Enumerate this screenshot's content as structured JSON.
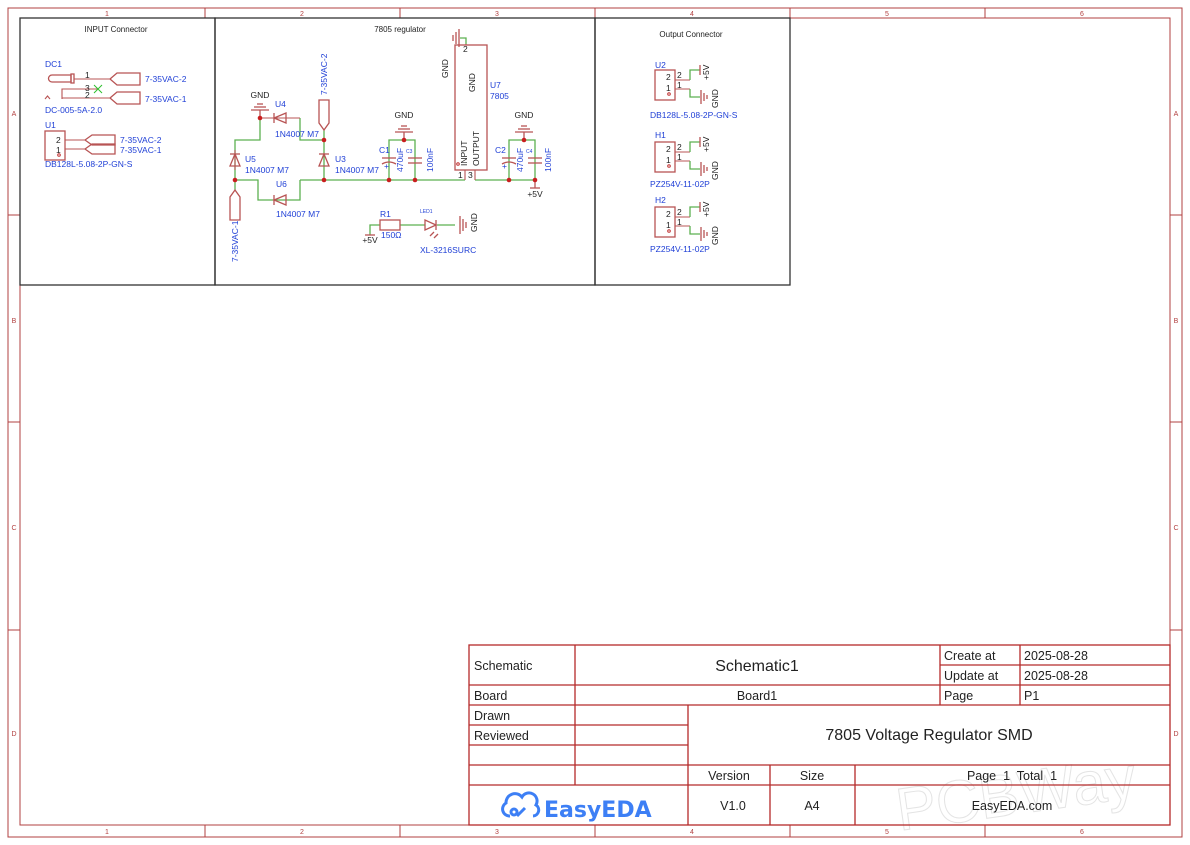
{
  "sheet": {
    "columns": [
      "1",
      "2",
      "3",
      "4",
      "5",
      "6"
    ],
    "rows": [
      "A",
      "B",
      "C",
      "D"
    ]
  },
  "input_section": {
    "title": "INPUT Connector",
    "dc1": {
      "ref": "DC1",
      "part": "DC-005-5A-2.0",
      "pins": [
        "1",
        "3",
        "2"
      ],
      "nets": [
        "7-35VAC-2",
        "7-35VAC-1"
      ]
    },
    "u1": {
      "ref": "U1",
      "part": "DB128L-5.08-2P-GN-S",
      "pins": [
        "2",
        "1"
      ],
      "nets": [
        "7-35VAC-2",
        "7-35VAC-1"
      ]
    }
  },
  "regulator_section": {
    "title": "7805 regulator",
    "diodes": [
      {
        "ref": "U4",
        "value": "1N4007 M7"
      },
      {
        "ref": "U5",
        "value": "1N4007 M7"
      },
      {
        "ref": "U6",
        "value": "1N4007 M7"
      },
      {
        "ref": "U3",
        "value": "1N4007 M7"
      }
    ],
    "net_in2": "7-35VAC-2",
    "net_in1": "7-35VAC-1",
    "gnd": "GND",
    "c1": {
      "ref": "C1",
      "value": "470uF"
    },
    "c3": {
      "ref": "C3",
      "value": "100nF"
    },
    "c2": {
      "ref": "C2",
      "value": "470uF"
    },
    "c4": {
      "ref": "C4",
      "value": "100nF"
    },
    "u7": {
      "ref": "U7",
      "value": "7805",
      "pin_gnd": "GND",
      "pin_in": "INPUT",
      "pin_out": "OUTPUT",
      "pins": [
        "2",
        "1",
        "3"
      ]
    },
    "vout": "+5V",
    "r1": {
      "ref": "R1",
      "value": "150Ω"
    },
    "led1": {
      "ref": "LED1",
      "part": "XL-3216SURC"
    }
  },
  "output_section": {
    "title": "Output Connector",
    "connectors": [
      {
        "ref": "U2",
        "part": "DB128L-5.08-2P-GN-S"
      },
      {
        "ref": "H1",
        "part": "PZ254V-11-02P"
      },
      {
        "ref": "H2",
        "part": "PZ254V-11-02P"
      }
    ],
    "pins": [
      "2",
      "1"
    ],
    "net_pos": "+5V",
    "net_gnd": "GND"
  },
  "title_block": {
    "schematic_label": "Schematic",
    "schematic_value": "Schematic1",
    "create_label": "Create at",
    "create_value": "2025-08-28",
    "update_label": "Update at",
    "update_value": "2025-08-28",
    "board_label": "Board",
    "board_value": "Board1",
    "page_label": "Page",
    "page_value": "P1",
    "drawn_label": "Drawn",
    "reviewed_label": "Reviewed",
    "project_title": "7805 Voltage Regulator SMD",
    "version_label": "Version",
    "version_value": "V1.0",
    "size_label": "Size",
    "size_value": "A4",
    "page_total": "Page  1  Total  1",
    "site": "EasyEDA.com",
    "logo_text": "EasyEDA",
    "watermark": "PCBWay",
    "logo_color": "#3d7ff5"
  },
  "colors": {
    "frame": "#b24040",
    "wire": "#5cb050",
    "symbol": "#b85454",
    "label": "#1f3fd6",
    "junction": "#c81e1e"
  }
}
